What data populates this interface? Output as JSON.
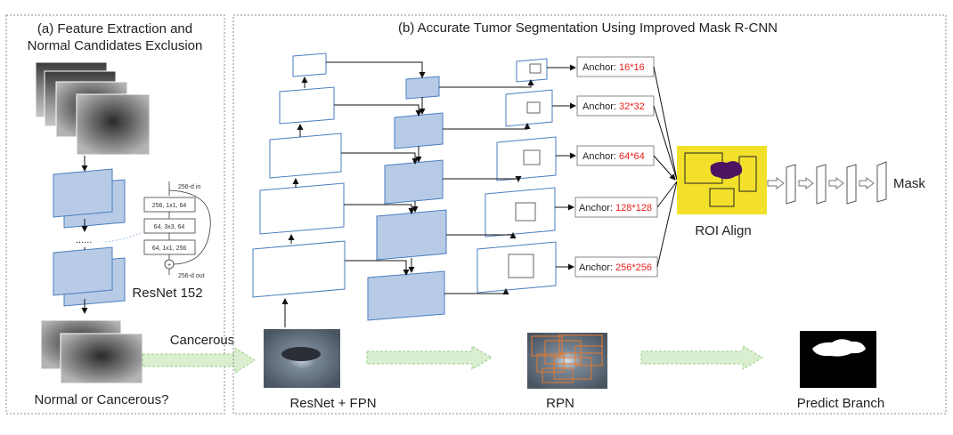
{
  "panel_a": {
    "title_line1": "(a) Feature Extraction and",
    "title_line2": "Normal Candidates Exclusion",
    "resnet_label": "ResNet 152",
    "question": "Normal or Cancerous?",
    "block": {
      "in": "256-d in",
      "l1": "256, 1x1, 64",
      "l2": "64, 3x3, 64",
      "l3": "64, 1x1, 256",
      "out": "256-d out",
      "plus": "+"
    },
    "dots": "......"
  },
  "panel_b": {
    "title": "(b) Accurate Tumor Segmentation Using Improved Mask R-CNN",
    "anchor_prefix": "Anchor: ",
    "anchors": [
      "16*16",
      "32*32",
      "64*64",
      "128*128",
      "256*256"
    ],
    "roi_label": "ROI Align",
    "mask_label": "Mask",
    "resnet_fpn_label": "ResNet + FPN",
    "rpn_label": "RPN",
    "predict_label": "Predict Branch"
  },
  "cancerous_label": "Cancerous",
  "colors": {
    "accent_blue": "#4a7ebf",
    "fill_blue": "#b7cbe6",
    "anchor_red": "#e8201c",
    "roi_yellow": "#f2e02a",
    "tumor_purple": "#4b1360",
    "arrow_green": "#d9efcf"
  }
}
